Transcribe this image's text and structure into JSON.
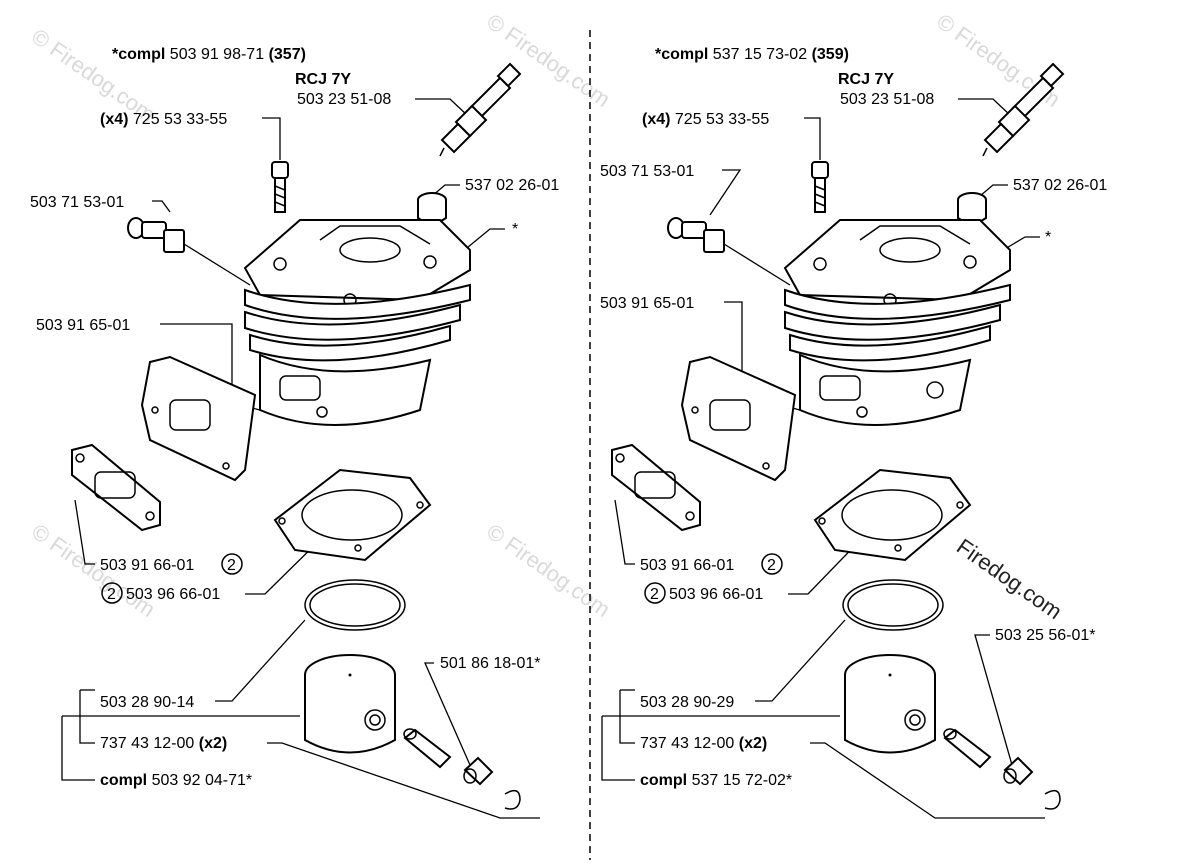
{
  "watermark": "© Firedog.com",
  "side_watermark": "Firedog.com",
  "left": {
    "kit": {
      "prefix": "*compl",
      "number": "503 91 98-71",
      "cc": "(357)"
    },
    "plug_type": "RCJ 7Y",
    "plug": "503 23 51-08",
    "screws_qty": "(x4)",
    "screws": "725 53 33-55",
    "decomp": "503 71 53-01",
    "cap": "537 02 26-01",
    "cylinder_mark": "*",
    "plate": "503 91 65-01",
    "gasket_exhaust": "503 91 66-01",
    "gasket_exhaust_qty": "2",
    "gasket_base_qty": "2",
    "gasket_base": "503 96 66-01",
    "ring": "503 28 90-14",
    "bearing": "501 86 18-01*",
    "circlip": "737 43 12-00",
    "circlip_qty": "(x2)",
    "piston_kit": {
      "prefix": "compl",
      "number": "503 92 04-71*"
    }
  },
  "right": {
    "kit": {
      "prefix": "*compl",
      "number": "537 15 73-02",
      "cc": "(359)"
    },
    "plug_type": "RCJ 7Y",
    "plug": "503 23 51-08",
    "screws_qty": "(x4)",
    "screws": "725 53 33-55",
    "decomp": "503 71 53-01",
    "cap": "537 02 26-01",
    "cylinder_mark": "*",
    "plate": "503 91 65-01",
    "gasket_exhaust": "503 91 66-01",
    "gasket_exhaust_qty": "2",
    "gasket_base_qty": "2",
    "gasket_base": "503 96 66-01",
    "ring": "503 28 90-29",
    "bearing": "503 25 56-01*",
    "circlip": "737 43 12-00",
    "circlip_qty": "(x2)",
    "piston_kit": {
      "prefix": "compl",
      "number": "537 15 72-02*"
    }
  }
}
